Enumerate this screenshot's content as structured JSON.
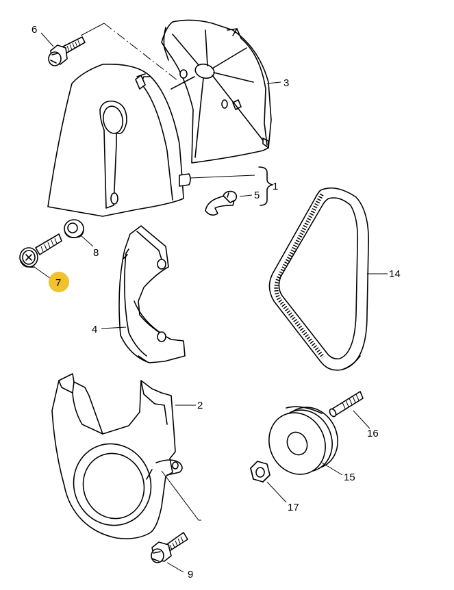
{
  "colors": {
    "line": "#000000",
    "background": "#ffffff",
    "highlight": "#f2c12e"
  },
  "callouts": [
    {
      "id": "c1",
      "text": "1",
      "highlighted": false
    },
    {
      "id": "c2",
      "text": "2",
      "highlighted": false
    },
    {
      "id": "c3",
      "text": "3",
      "highlighted": false
    },
    {
      "id": "c4",
      "text": "4",
      "highlighted": false
    },
    {
      "id": "c5",
      "text": "5",
      "highlighted": false
    },
    {
      "id": "c6",
      "text": "6",
      "highlighted": false
    },
    {
      "id": "c7",
      "text": "7",
      "highlighted": true
    },
    {
      "id": "c8",
      "text": "8",
      "highlighted": false
    },
    {
      "id": "c9",
      "text": "9",
      "highlighted": false
    },
    {
      "id": "c14",
      "text": "14",
      "highlighted": false
    },
    {
      "id": "c15",
      "text": "15",
      "highlighted": false
    },
    {
      "id": "c16",
      "text": "16",
      "highlighted": false
    },
    {
      "id": "c17",
      "text": "17",
      "highlighted": false
    }
  ]
}
